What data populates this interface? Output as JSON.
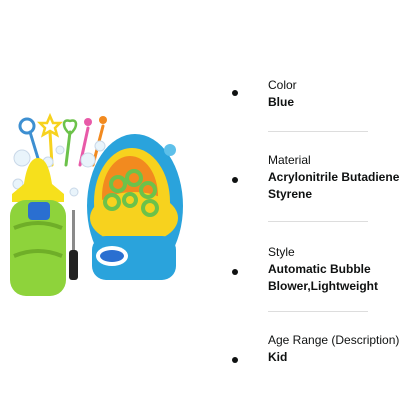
{
  "colors": {
    "body_blue": "#2aa3dc",
    "rim_yellow": "#f7d21e",
    "face_orange": "#f28a1f",
    "wand_green": "#6cc24a",
    "bottle_green": "#8ed33b",
    "bottle_cap_yellow": "#f6e01c"
  },
  "specs": [
    {
      "label": "Color",
      "value": "Blue"
    },
    {
      "label": "Material",
      "value": "Acrylonitrile Butadiene Styrene"
    },
    {
      "label": "Style",
      "value": "Automatic Bubble Blower,Lightweight"
    },
    {
      "label": "Age Range (Description)",
      "value": "Kid"
    }
  ]
}
